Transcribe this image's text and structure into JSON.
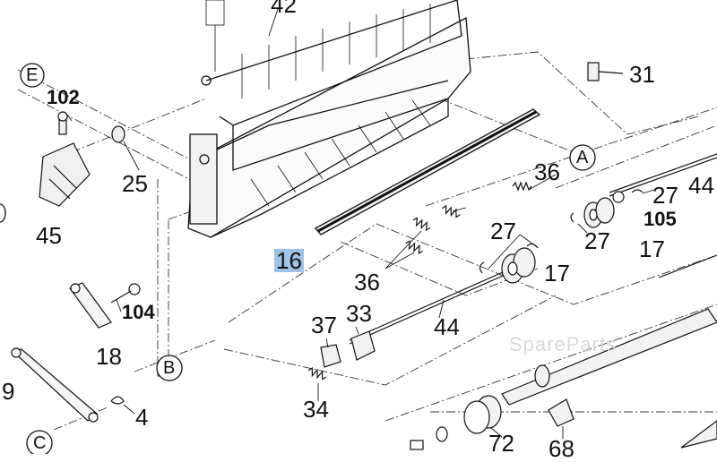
{
  "diagram": {
    "watermark": "SpareParts",
    "highlight_color": "#9ec3e6",
    "circle_labels": {
      "A": "A",
      "B": "B",
      "C": "C",
      "E": "E"
    },
    "part_numbers": {
      "p42": "42",
      "p31": "31",
      "p102": "102",
      "p25": "25",
      "p45": "45",
      "p16": "16",
      "p36a": "36",
      "p27a": "27",
      "p44a": "44",
      "p105": "105",
      "p27b": "27",
      "p17a": "17",
      "p27c": "27",
      "p17b": "17",
      "p36b": "36",
      "p104": "104",
      "p18": "18",
      "p37": "37",
      "p33": "33",
      "p44b": "44",
      "p9": "9",
      "p4": "4",
      "p34": "34",
      "p72": "72",
      "p68": "68"
    }
  }
}
